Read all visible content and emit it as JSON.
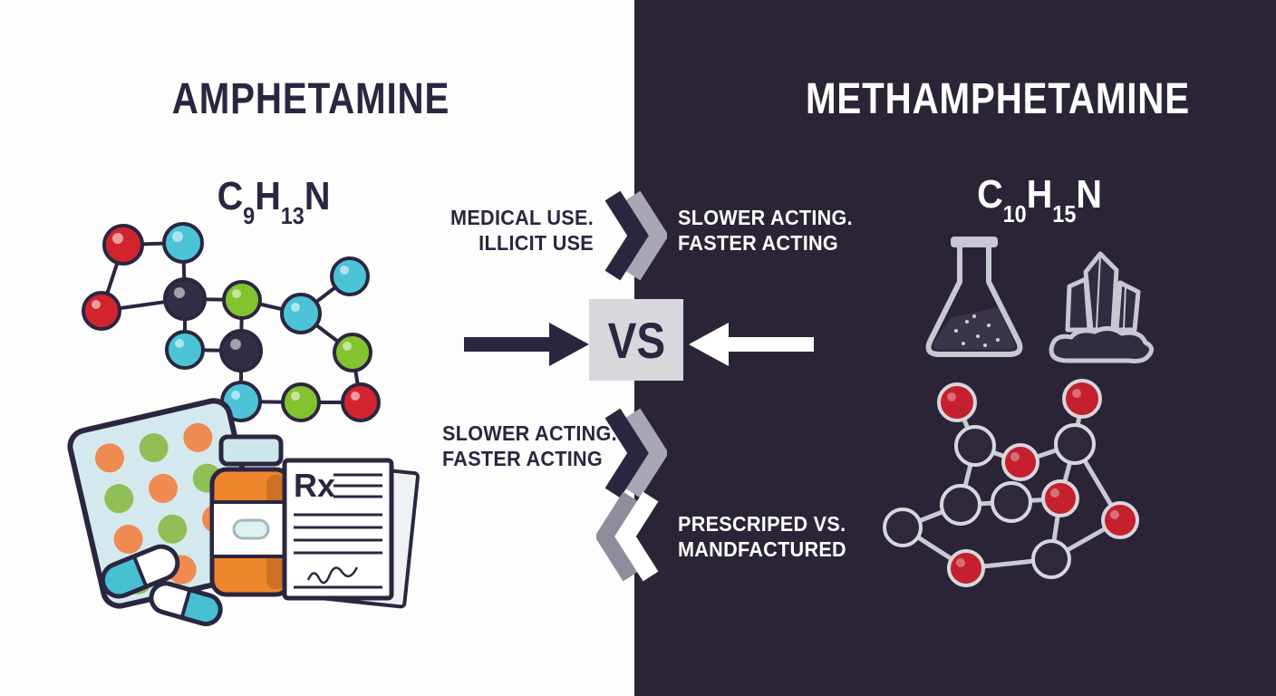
{
  "colors": {
    "left_background": "#fdfdfe",
    "right_background": "#2a2436",
    "ink": "#2b2640",
    "white": "#ffffff",
    "red_atom": "#d2242f",
    "teal_atom": "#4cc3d6",
    "green_atom": "#83c32f",
    "dark_atom": "#332d45",
    "orange_bottle": "#f0862c",
    "vs_box": "#d8d7dc"
  },
  "left": {
    "title": "AMPHETAMINE",
    "formula": [
      "C",
      "9",
      "H",
      "13",
      "N"
    ]
  },
  "right": {
    "title": "METHAMPHETAMINE",
    "formula": [
      "C",
      "10",
      "H",
      "15",
      "N"
    ]
  },
  "center": {
    "vs_label": "VS",
    "labels": {
      "top_left": {
        "line1": "MEDICAL USE.",
        "line2": "ILLICIT USE"
      },
      "top_right": {
        "line1": "SLOWER ACTING.",
        "line2": "FASTER ACTING"
      },
      "bottom_left": {
        "line1": "SLOWER ACTING.",
        "line2": "FASTER ACTING"
      },
      "bottom_right": {
        "line1": "PRESCRIPED VS.",
        "line2": "MANDFACTURED"
      }
    }
  },
  "illustrations": {
    "prescription_symbol": "Rx",
    "icons": [
      "amphetamine-molecule",
      "blister-pack-icon",
      "pill-bottle-icon",
      "capsules-icon",
      "prescription-pad-icon",
      "flask-icon",
      "crystals-icon",
      "methamphetamine-molecule"
    ]
  }
}
